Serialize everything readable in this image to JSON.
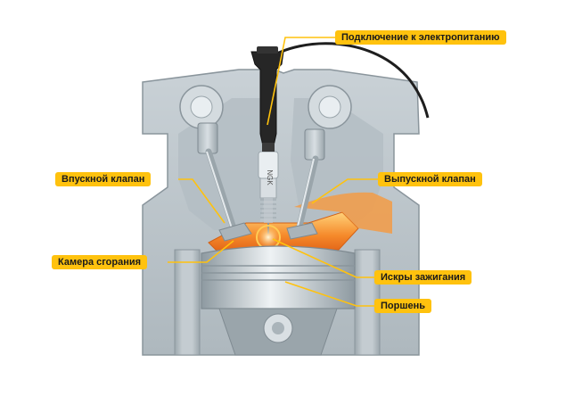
{
  "labels": {
    "power": "Подключение к электропитанию",
    "intake_valve": "Впускной клапан",
    "exhaust_valve": "Выпускной клапан",
    "combustion_chamber": "Камера сгорания",
    "ignition_sparks": "Искры зажигания",
    "piston": "Поршень"
  },
  "spark_plug_marking": "NGK",
  "colors": {
    "label_bg": "#ffc20e",
    "leader_line": "#ffc20e",
    "flame": "#f07a1e",
    "metal": "#b9c3c9",
    "metal_dark": "#8a959c"
  }
}
